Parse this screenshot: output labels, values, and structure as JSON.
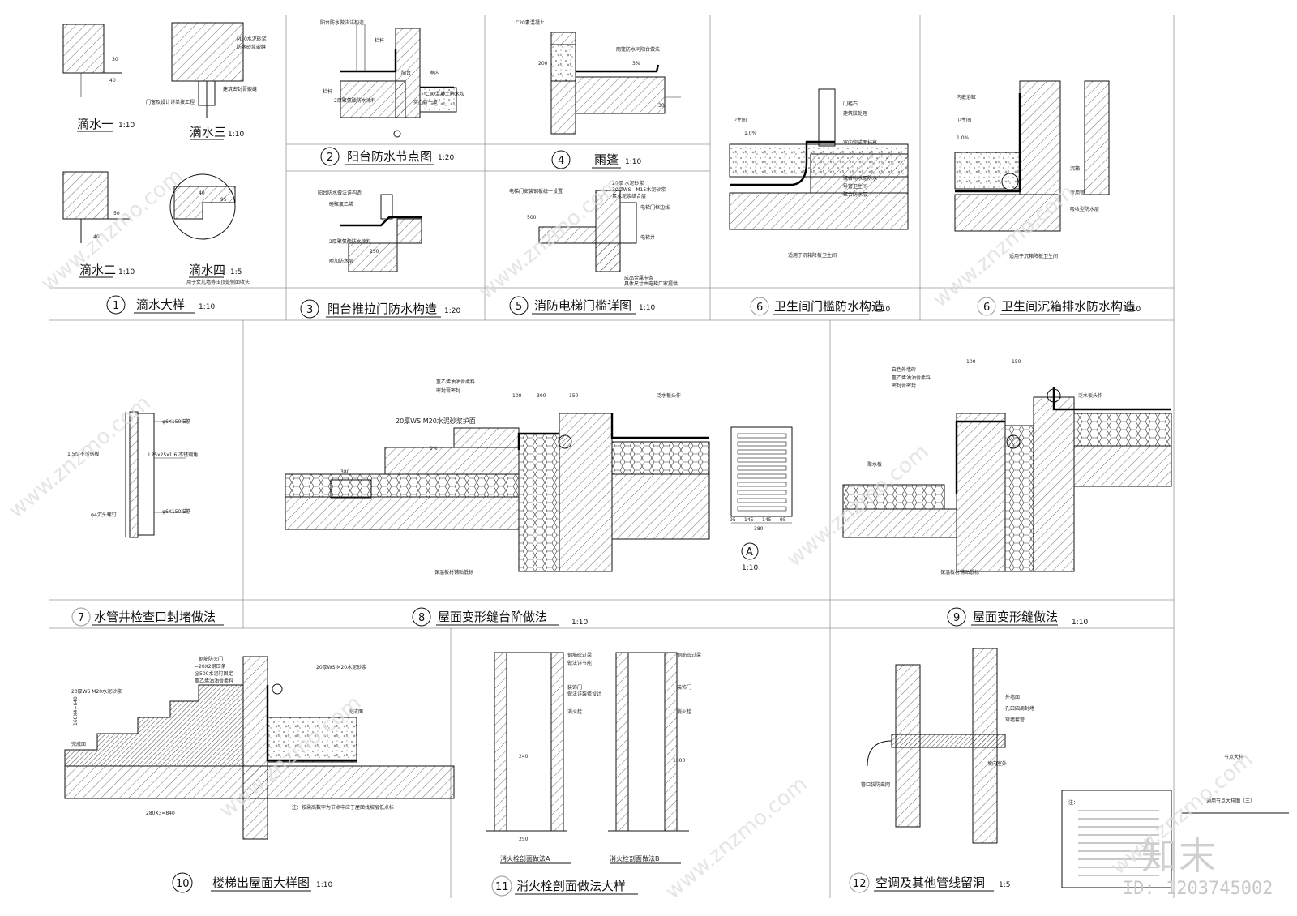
{
  "details": [
    {
      "num": "1",
      "title": "滴水大样",
      "scale": "1:10"
    },
    {
      "num": "2",
      "title": "阳台防水节点图",
      "scale": "1:20"
    },
    {
      "num": "3",
      "title": "阳台推拉门防水构造",
      "scale": "1:20"
    },
    {
      "num": "4",
      "title": "雨篷",
      "scale": "1:10"
    },
    {
      "num": "5",
      "title": "消防电梯门槛详图",
      "scale": "1:10"
    },
    {
      "num": "6",
      "title": "卫生间门槛防水构造",
      "scale": "1:10"
    },
    {
      "num": "6",
      "title": "卫生间沉箱排水防水构造",
      "scale": "1:10"
    },
    {
      "num": "7",
      "title": "水管井检查口封堵做法",
      "scale": ""
    },
    {
      "num": "8",
      "title": "屋面变形缝台阶做法",
      "scale": "1:10"
    },
    {
      "num": "9",
      "title": "屋面变形缝做法",
      "scale": "1:10"
    },
    {
      "num": "10",
      "title": "楼梯出屋面大样图",
      "scale": "1:10"
    },
    {
      "num": "11",
      "title": "消火栓剖面做法大样",
      "scale": ""
    },
    {
      "num": "12",
      "title": "空调及其他管线留洞",
      "scale": "1:5"
    }
  ],
  "sub_labels": {
    "drip1": {
      "title": "滴水一",
      "scale": "1:10"
    },
    "drip2": {
      "title": "滴水二",
      "scale": "1:10"
    },
    "drip3": {
      "title": "滴水三",
      "scale": "1:10"
    },
    "drip4": {
      "title": "滴水四",
      "scale": "1:5"
    },
    "hydrant_a": "消火栓剖面做法A",
    "hydrant_b": "消火栓剖面做法B",
    "detail_a_scale": "1:10",
    "detail_a_mark": "A"
  },
  "annotations": {
    "drip4_note": "用于女儿墙等压顶处侧面收头",
    "window_note": "门窗及设计详单按工程",
    "canopy_concrete": "C20素混凝土",
    "canopy_slope": "3%",
    "wc_note1": "适用于沉箱降板卫生间",
    "wc_note2": "适用于沉箱降板卫生间",
    "wc_label": "卫生间",
    "wc_slope": "1.0%",
    "roof_slope": "1%",
    "roof_insulation": "保温板材铺贴低标",
    "roof_mortar": "20厚WS M20水泥砂浆护面",
    "dim_300": "300",
    "dim_100": "100",
    "dim_150": "150",
    "grate_dims": [
      "95",
      "145",
      "145",
      "95"
    ],
    "grate_total": "380",
    "pipe_note1": "φ6X150锚筋",
    "pipe_note2": "1.5厚不锈钢板",
    "pipe_note3": "L25x25x1.6 不锈钢角",
    "pipe_note4": "φ4沉头螺钉",
    "stair_dim1": "280X3=840",
    "stair_dim2": "160X4=640",
    "stair_note": "注：按梁高数字为节点中应于屋面找坡层低点标",
    "hydrant_dim1": "250",
    "hydrant_dim2": "240",
    "hydrant_dim3": "1800",
    "ac_note": "穿墙套管",
    "ac_slope": "坡向室外",
    "sheet_title": "通用节点大样图（三）",
    "sheet_sub": "节点大样",
    "notes_heading": "注："
  },
  "watermark": {
    "site": "www.znzmo.com",
    "brand": "知末",
    "id": "ID: 1203745002"
  }
}
